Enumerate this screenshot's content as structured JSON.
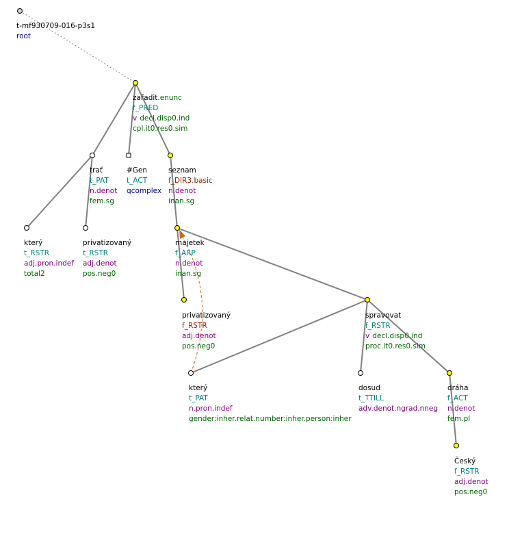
{
  "colors": {
    "edge": "#808080",
    "coref_arrow": "#d2691e",
    "node_yellow": "#ffff00",
    "node_white": "#ffffff",
    "label_black": "#000000",
    "label_teal": "#008080",
    "label_purple": "#800080",
    "label_green": "#006400",
    "label_navy": "#000080",
    "label_brown": "#8b2500"
  },
  "nodes": {
    "root": {
      "lines": [
        "t-mf930709-016-p3s1",
        "root"
      ]
    },
    "zaradit": {
      "lines": [
        "zařadit",
        ".enunc",
        "f_PRED",
        "v",
        "decl.disp0.ind",
        "cpl.it0.res0.sim"
      ]
    },
    "trat": {
      "lines": [
        "trať",
        "t_PAT",
        "n.denot",
        "fem.sg"
      ]
    },
    "gen": {
      "lines": [
        "#Gen",
        "t_ACT",
        "qcomplex"
      ]
    },
    "seznam": {
      "lines": [
        "seznam",
        "f_DIR3.basic",
        "n.denot",
        "inan.sg"
      ]
    },
    "ktery1": {
      "lines": [
        "který",
        "t_RSTR",
        "adj.pron.indef",
        "total2"
      ]
    },
    "privatizovany1": {
      "lines": [
        "privatizovaný",
        "t_RSTR",
        "adj.denot",
        "pos.neg0"
      ]
    },
    "majetek": {
      "lines": [
        "majetek",
        "f_ARP",
        "n.denot",
        "inan.sg"
      ]
    },
    "privatizovany2": {
      "lines": [
        "privatizovaný",
        "f_RSTR",
        "adj.denot",
        "pos.neg0"
      ]
    },
    "spravovat": {
      "lines": [
        "spravovat",
        "f_RSTR",
        "v",
        "decl.disp0.ind",
        "proc.it0.res0.sim"
      ]
    },
    "ktery2": {
      "lines": [
        "který",
        "t_PAT",
        "n.pron.indef",
        "gender:inher.relat.number:inher.person:inher"
      ]
    },
    "dosud": {
      "lines": [
        "dosud",
        "t_TTILL",
        "adv.denot.ngrad.nneg"
      ]
    },
    "draha": {
      "lines": [
        "dráha",
        "f_ACT",
        "n.denot",
        "fem.pl"
      ]
    },
    "cesky": {
      "lines": [
        "Český",
        "f_RSTR",
        "adj.denot",
        "pos.neg0"
      ]
    }
  }
}
